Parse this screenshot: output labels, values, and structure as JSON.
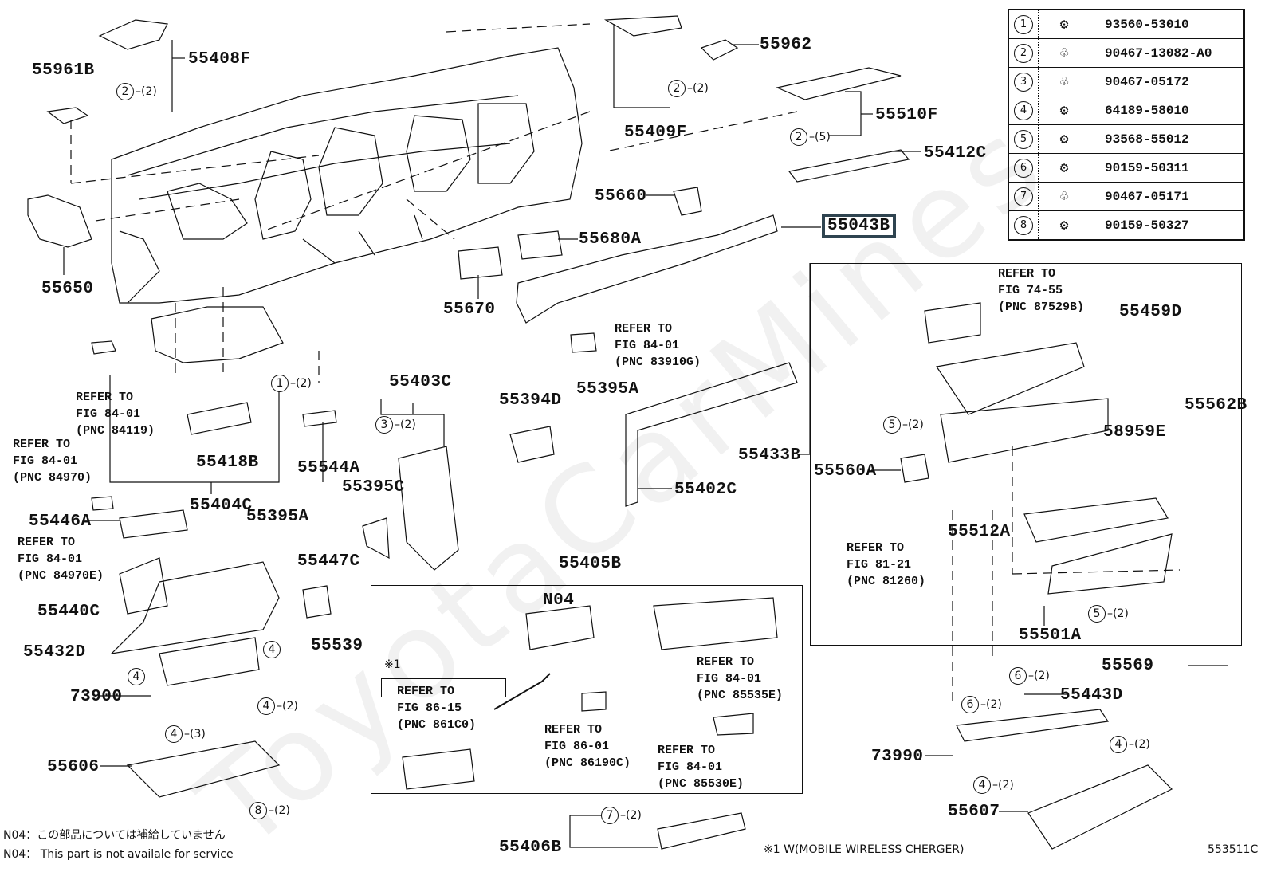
{
  "diagram_id": "553511C",
  "highlighted_part": "55043B",
  "colors": {
    "highlight_box": "#2f4450",
    "line": "#111111",
    "watermark": "#f1f1f1"
  },
  "watermark": "ToyotaCarMines",
  "fastener_table": [
    {
      "key": "1",
      "icon": "screw-icon",
      "part_number": "93560-53010"
    },
    {
      "key": "2",
      "icon": "clip-icon",
      "part_number": "90467-13082-A0"
    },
    {
      "key": "3",
      "icon": "clip-icon",
      "part_number": "90467-05172"
    },
    {
      "key": "4",
      "icon": "screw-icon",
      "part_number": "64189-58010"
    },
    {
      "key": "5",
      "icon": "screw-icon",
      "part_number": "93568-55012"
    },
    {
      "key": "6",
      "icon": "screw-icon",
      "part_number": "90159-50311"
    },
    {
      "key": "7",
      "icon": "clip-icon",
      "part_number": "90467-05171"
    },
    {
      "key": "8",
      "icon": "screw-icon",
      "part_number": "90159-50327"
    }
  ],
  "labels": {
    "p55961B": "55961B",
    "p55408F": "55408F",
    "p55409F": "55409F",
    "p55962": "55962",
    "p55510F": "55510F",
    "p55412C": "55412C",
    "p55650": "55650",
    "p55660": "55660",
    "p55680A": "55680A",
    "p55670": "55670",
    "p55043B": "55043B",
    "p55459D": "55459D",
    "p55562B": "55562B",
    "p58959E": "58959E",
    "p55433B": "55433B",
    "p55560A": "55560A",
    "p55512A": "55512A",
    "p55501A": "55501A",
    "p55569": "55569",
    "p55443D": "55443D",
    "p73990": "73990",
    "p55607": "55607",
    "p55403C": "55403C",
    "p55394D": "55394D",
    "p55395A_a": "55395A",
    "p55395A_b": "55395A",
    "p55395C": "55395C",
    "p55402C": "55402C",
    "p55418B": "55418B",
    "p55544A": "55544A",
    "p55404C": "55404C",
    "p55446A": "55446A",
    "p55447C": "55447C",
    "p55539": "55539",
    "p55440C": "55440C",
    "p55432D": "55432D",
    "p73900": "73900",
    "p55606": "55606",
    "p55405B": "55405B",
    "pN04": "N04",
    "p55406B": "55406B"
  },
  "references": {
    "r84119": "REFER TO\nFIG 84-01\n(PNC 84119)",
    "r84970": "REFER TO\nFIG 84-01\n(PNC 84970)",
    "r84970E": "REFER TO\nFIG 84-01\n(PNC 84970E)",
    "r83910G": "REFER TO\nFIG 84-01\n(PNC 83910G)",
    "r87529B": "REFER TO\nFIG 74-55\n(PNC 87529B)",
    "r81260": "REFER TO\nFIG 81-21\n(PNC 81260)",
    "r861C0": "REFER TO\nFIG 86-15\n(PNC 861C0)",
    "r86190C": "REFER TO\nFIG 86-01\n(PNC 86190C)",
    "r85530E": "REFER TO\nFIG 84-01\n(PNC 85530E)",
    "r85535E": "REFER TO\nFIG 84-01\n(PNC 85535E)"
  },
  "callouts": {
    "c_2_2_a": {
      "key": "2",
      "qty": "(2)"
    },
    "c_2_2_b": {
      "key": "2",
      "qty": "(2)"
    },
    "c_2_5": {
      "key": "2",
      "qty": "(5)"
    },
    "c_1_2": {
      "key": "1",
      "qty": "(2)"
    },
    "c_3_2": {
      "key": "3",
      "qty": "(2)"
    },
    "c_5_2_a": {
      "key": "5",
      "qty": "(2)"
    },
    "c_5_2_b": {
      "key": "5",
      "qty": "(2)"
    },
    "c_6_2_a": {
      "key": "6",
      "qty": "(2)"
    },
    "c_6_2_b": {
      "key": "6",
      "qty": "(2)"
    },
    "c_4_a": {
      "key": "4",
      "qty": ""
    },
    "c_4_b": {
      "key": "4",
      "qty": ""
    },
    "c_4_2_a": {
      "key": "4",
      "qty": "(2)"
    },
    "c_4_3": {
      "key": "4",
      "qty": "(3)"
    },
    "c_8_2": {
      "key": "8",
      "qty": "(2)"
    },
    "c_4_2_b": {
      "key": "4",
      "qty": "(2)"
    },
    "c_4_2_c": {
      "key": "4",
      "qty": "(2)"
    },
    "c_7_2": {
      "key": "7",
      "qty": "(2)"
    }
  },
  "note_mark": "※1",
  "footnotes": {
    "n04_jp": "N04：この部品については補給していません",
    "n04_en": "N04： This part is not availale for service",
    "mark1": "※1 W(MOBILE WIRELESS CHERGER)"
  }
}
